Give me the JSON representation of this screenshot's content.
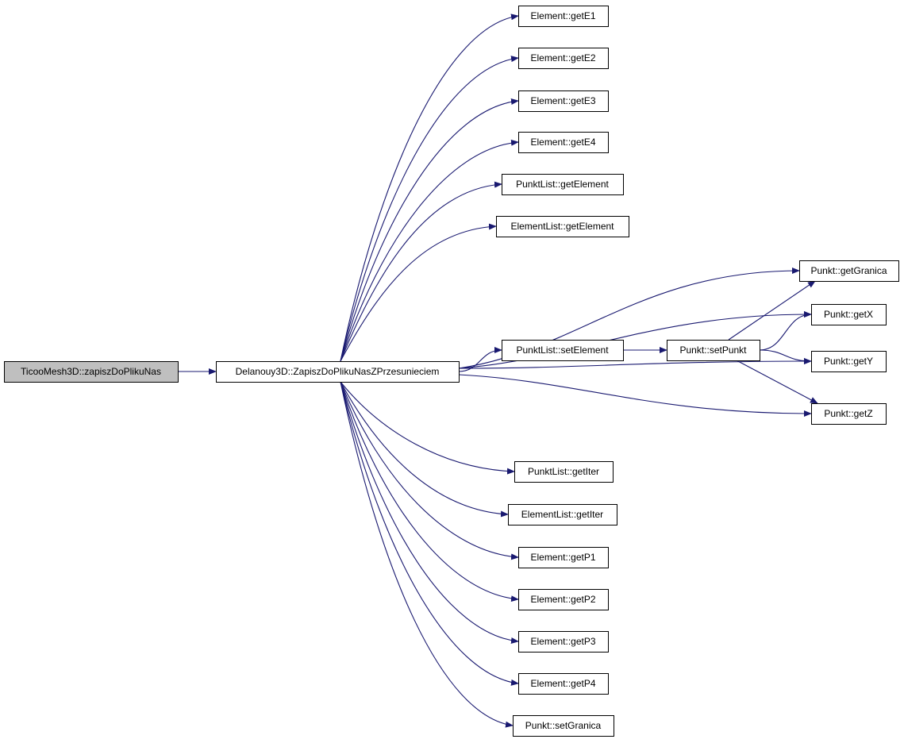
{
  "graph": {
    "style": {
      "edge_color": "#191970",
      "node_fill": "#ffffff",
      "root_fill": "#bfbfbf",
      "node_border": "#000000"
    },
    "nodes": [
      {
        "id": "root",
        "label": "TicooMesh3D::zapiszDoPlikuNas",
        "highlighted": true
      },
      {
        "id": "main",
        "label": "Delanouy3D::ZapiszDoPlikuNasZPrzesunieciem"
      },
      {
        "id": "e1",
        "label": "Element::getE1"
      },
      {
        "id": "e2",
        "label": "Element::getE2"
      },
      {
        "id": "e3",
        "label": "Element::getE3"
      },
      {
        "id": "e4",
        "label": "Element::getE4"
      },
      {
        "id": "plGetElement",
        "label": "PunktList::getElement"
      },
      {
        "id": "elGetElement",
        "label": "ElementList::getElement"
      },
      {
        "id": "pGetGranica",
        "label": "Punkt::getGranica"
      },
      {
        "id": "pGetX",
        "label": "Punkt::getX"
      },
      {
        "id": "plSetElement",
        "label": "PunktList::setElement"
      },
      {
        "id": "pSetPunkt",
        "label": "Punkt::setPunkt"
      },
      {
        "id": "pGetY",
        "label": "Punkt::getY"
      },
      {
        "id": "pGetZ",
        "label": "Punkt::getZ"
      },
      {
        "id": "plGetIter",
        "label": "PunktList::getIter"
      },
      {
        "id": "elGetIter",
        "label": "ElementList::getIter"
      },
      {
        "id": "p1",
        "label": "Element::getP1"
      },
      {
        "id": "p2",
        "label": "Element::getP2"
      },
      {
        "id": "p3",
        "label": "Element::getP3"
      },
      {
        "id": "p4",
        "label": "Element::getP4"
      },
      {
        "id": "pSetGranica",
        "label": "Punkt::setGranica"
      }
    ],
    "edges": [
      {
        "from": "root",
        "to": "main"
      },
      {
        "from": "main",
        "to": "e1"
      },
      {
        "from": "main",
        "to": "e2"
      },
      {
        "from": "main",
        "to": "e3"
      },
      {
        "from": "main",
        "to": "e4"
      },
      {
        "from": "main",
        "to": "plGetElement"
      },
      {
        "from": "main",
        "to": "elGetElement"
      },
      {
        "from": "main",
        "to": "pGetGranica"
      },
      {
        "from": "main",
        "to": "pGetX"
      },
      {
        "from": "main",
        "to": "plSetElement"
      },
      {
        "from": "main",
        "to": "pGetY"
      },
      {
        "from": "main",
        "to": "pGetZ"
      },
      {
        "from": "main",
        "to": "plGetIter"
      },
      {
        "from": "main",
        "to": "elGetIter"
      },
      {
        "from": "main",
        "to": "p1"
      },
      {
        "from": "main",
        "to": "p2"
      },
      {
        "from": "main",
        "to": "p3"
      },
      {
        "from": "main",
        "to": "p4"
      },
      {
        "from": "main",
        "to": "pSetGranica"
      },
      {
        "from": "plSetElement",
        "to": "pSetPunkt"
      },
      {
        "from": "pSetPunkt",
        "to": "pGetGranica"
      },
      {
        "from": "pSetPunkt",
        "to": "pGetX"
      },
      {
        "from": "pSetPunkt",
        "to": "pGetY"
      },
      {
        "from": "pSetPunkt",
        "to": "pGetZ"
      }
    ]
  }
}
